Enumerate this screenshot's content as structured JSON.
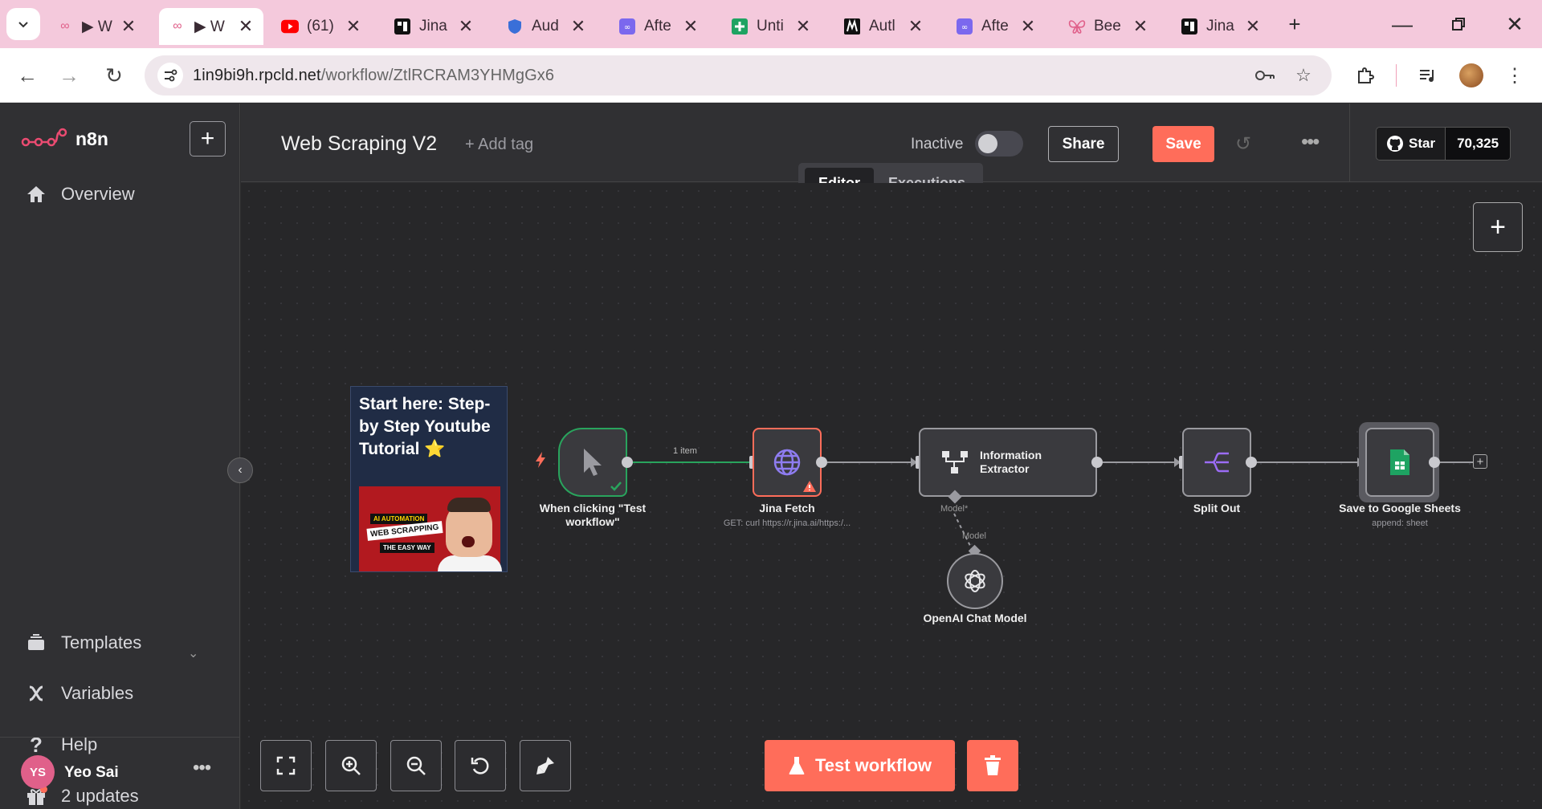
{
  "browser": {
    "tabs": [
      {
        "title": "▶ W",
        "icon": "n8n-icon"
      },
      {
        "title": "▶ W",
        "icon": "n8n-icon",
        "active": true
      },
      {
        "title": "(61)",
        "icon": "youtube-icon"
      },
      {
        "title": "Jina",
        "icon": "jina-icon"
      },
      {
        "title": "Aud",
        "icon": "shield-icon"
      },
      {
        "title": "Afte",
        "icon": "automation-icon"
      },
      {
        "title": "Unti",
        "icon": "sheets-plus-icon"
      },
      {
        "title": "Autl",
        "icon": "m-logo-icon"
      },
      {
        "title": "Afte",
        "icon": "automation-icon"
      },
      {
        "title": "Bee",
        "icon": "butterfly-icon"
      },
      {
        "title": "Jina",
        "icon": "jina-icon"
      }
    ],
    "url_host": "1in9bi9h.rpcld.net",
    "url_path": "/workflow/ZtlRCRAM3YHMgGx6"
  },
  "sidebar": {
    "logo_text": "n8n",
    "nav": [
      {
        "label": "Overview",
        "icon": "home-icon"
      }
    ],
    "bottom": [
      {
        "label": "Templates",
        "icon": "templates-icon"
      },
      {
        "label": "Variables",
        "icon": "variables-icon"
      },
      {
        "label": "Help",
        "icon": "help-icon"
      },
      {
        "label": "2 updates",
        "icon": "gift-icon"
      }
    ],
    "user": {
      "initials": "YS",
      "name": "Yeo Sai"
    }
  },
  "header": {
    "workflow_title": "Web Scraping V2",
    "add_tag": "+ Add tag",
    "status_label": "Inactive",
    "share": "Share",
    "save": "Save",
    "github_star": "Star",
    "github_count": "70,325",
    "tabs": [
      "Editor",
      "Executions"
    ]
  },
  "sticky_note": {
    "text": "Start here: Step-by Step Youtube Tutorial ⭐",
    "thumb_line1": "AI AUTOMATION",
    "thumb_line2": "WEB SCRAPPING",
    "thumb_line3": "THE EASY WAY"
  },
  "nodes": [
    {
      "label": "When clicking \"Test workflow\"",
      "sub": ""
    },
    {
      "label": "Jina Fetch",
      "sub": "GET: curl https://r.jina.ai/https:/..."
    },
    {
      "label": "Information Extractor",
      "sub": ""
    },
    {
      "label": "Split Out",
      "sub": ""
    },
    {
      "label": "Save to Google Sheets",
      "sub": "append: sheet"
    },
    {
      "label": "OpenAI Chat Model",
      "sub": ""
    }
  ],
  "connection_labels": {
    "item_count": "1 item",
    "model_required": "Model*",
    "model": "Model"
  },
  "footer": {
    "test_workflow": "Test workflow"
  },
  "colors": {
    "accent": "#ff6d5a",
    "success": "#29a45d",
    "error": "#ff6d5a",
    "canvas_bg": "#272729"
  }
}
